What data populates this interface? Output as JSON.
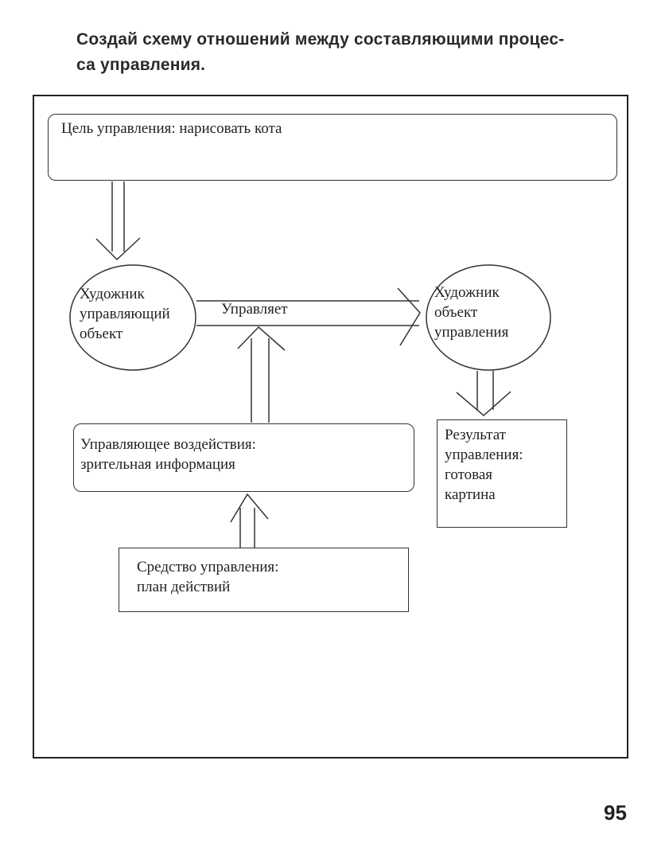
{
  "task": {
    "line1": "Создай схему отношений между составляющими процес-",
    "line2": "са управления."
  },
  "diagram": {
    "goal": "Цель управления: нарисовать кота",
    "manager": {
      "line1": "Художник",
      "line2": "управляющий",
      "line3": "объект"
    },
    "object": {
      "line1": "Художник",
      "line2": "объект",
      "line3": "управления"
    },
    "edge_label": "Управляет",
    "effect": {
      "line1": "Управляющее воздействия:",
      "line2": "зрительная информация"
    },
    "means": {
      "line1": "Средство управления:",
      "line2": "план действий"
    },
    "result": {
      "line1": "Результат",
      "line2": "управления:",
      "line3": "готовая",
      "line4": "картина"
    }
  },
  "page_number": "95"
}
